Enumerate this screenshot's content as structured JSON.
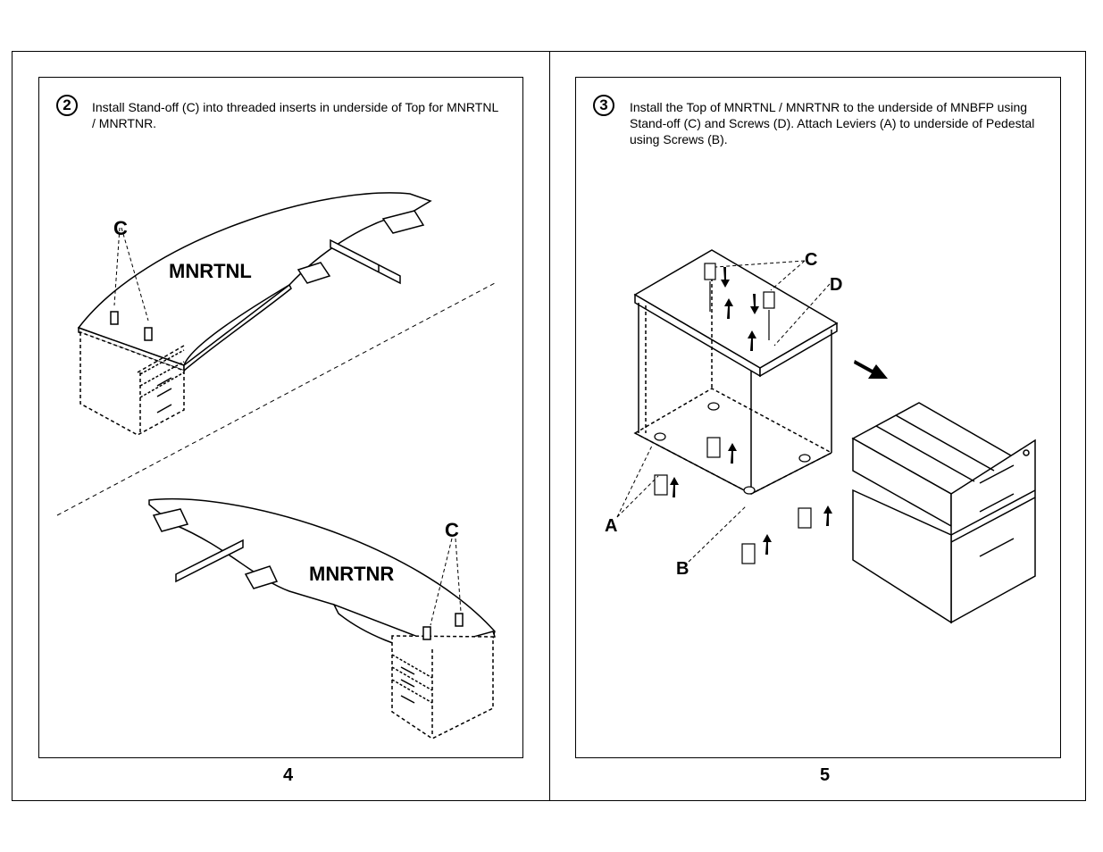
{
  "step2": {
    "number": "2",
    "text": "Install Stand-off (C)  into threaded inserts in underside of Top for MNRTNL / MNRTNR."
  },
  "step3": {
    "number": "3",
    "text": "Install the Top of MNRTNL / MNRTNR to the underside of MNBFP using Stand-off (C) and Screws (D). Attach Leviers (A) to underside of Pedestal using Screws (B)."
  },
  "diagram_left": {
    "top_desk_label": "MNRTNL",
    "bottom_desk_label": "MNRTNR",
    "callout_c_top": "C",
    "callout_c_bottom": "C"
  },
  "diagram_right": {
    "callout_c": "C",
    "callout_d": "D",
    "callout_a": "A",
    "callout_b": "B"
  },
  "page_numbers": {
    "left": "4",
    "right": "5"
  }
}
